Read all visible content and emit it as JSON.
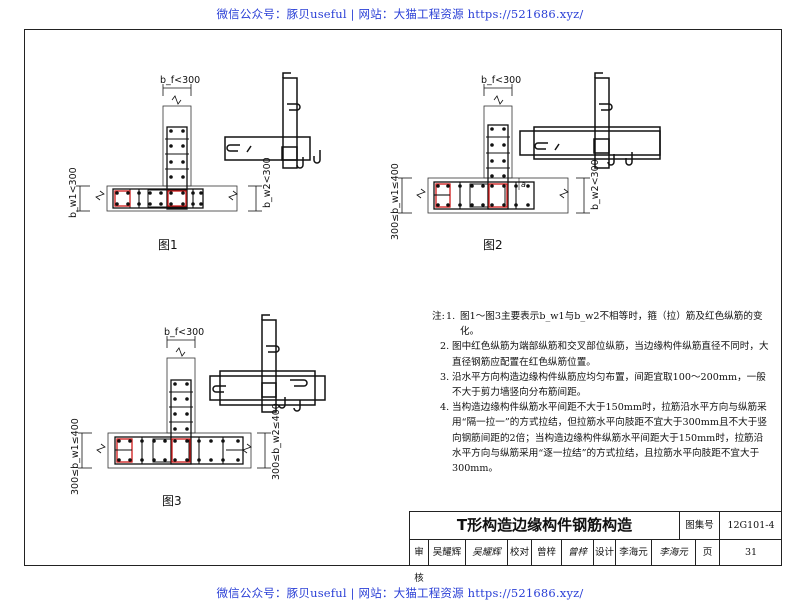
{
  "watermark": {
    "top": "微信公众号：豚贝useful | 网站：大猫工程资源 https://521686.xyz/",
    "bottom": "微信公众号：豚贝useful | 网站：大猫工程资源 https://521686.xyz/"
  },
  "figures": {
    "fig1": {
      "label": "图1",
      "dim_flange": "b_f<300",
      "dim_left": "b_w1<300",
      "dim_right": "b_w2<300"
    },
    "fig2": {
      "label": "图2",
      "dim_flange": "b_f<300",
      "dim_left": "300≤b_w1≤400",
      "dim_right": "b_w2<300",
      "dim_a": "a"
    },
    "fig3": {
      "label": "图3",
      "dim_flange": "b_f<300",
      "dim_left": "300≤b_w1≤400",
      "dim_right": "300≤b_w2≤400"
    }
  },
  "notes": {
    "heading": "注:",
    "items": [
      {
        "num": "1.",
        "text": "图1～图3主要表示b_w1与b_w2不相等时，箍（拉）筋及红色纵筋的变化。"
      },
      {
        "num": "2.",
        "text": "图中红色纵筋为端部纵筋和交叉部位纵筋，当边缘构件纵筋直径不同时，大直径钢筋应配置在红色纵筋位置。"
      },
      {
        "num": "3.",
        "text": "沿水平方向构造边缘构件纵筋应均匀布置，间距宜取100～200mm，一般不大于剪力墙竖向分布筋间距。"
      },
      {
        "num": "4.",
        "text": "当构造边缘构件纵筋水平间距不大于150mm时，拉筋沿水平方向与纵筋采用“隔一拉一”的方式拉结，但拉筋水平向肢距不宜大于300mm且不大于竖向钢筋间距的2倍；当构造边缘构件纵筋水平间距大于150mm时，拉筋沿水平方向与纵筋采用“逐一拉结”的方式拉结，且拉筋水平向肢距不宜大于300mm。"
      }
    ]
  },
  "title_block": {
    "title": "T形构造边缘构件钢筋构造",
    "atlas_label": "图集号",
    "atlas_no": "12G101-4",
    "review_label": "审核",
    "review_name": "吴耀辉",
    "review_sig": "吴耀辉",
    "check_label": "校对",
    "check_name": "曾梓",
    "check_sig": "曾梓",
    "design_label": "设计",
    "design_name": "李海元",
    "design_sig": "李海元",
    "page_label": "页",
    "page_no": "31"
  },
  "colors": {
    "red_bar": "#d01818",
    "line": "#111111",
    "watermark": "#2a3fd6"
  }
}
